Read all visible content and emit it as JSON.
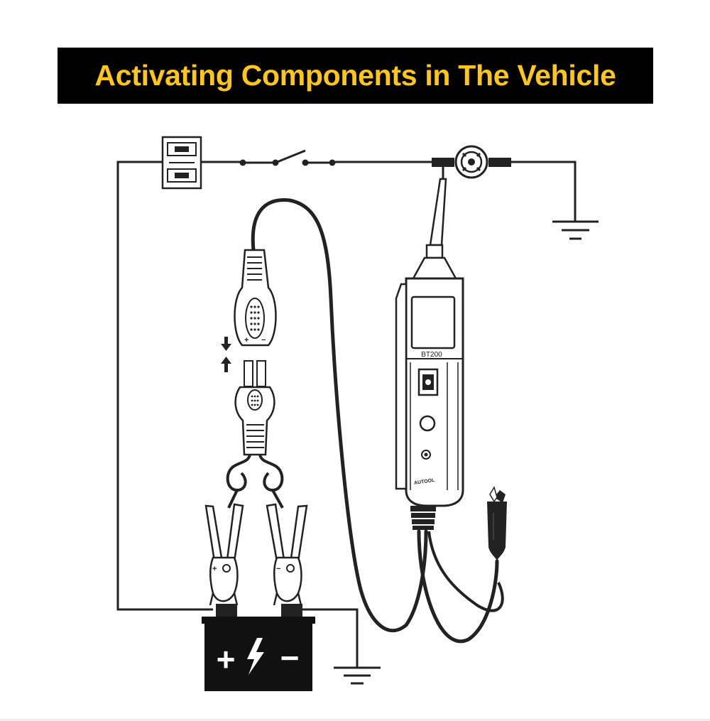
{
  "banner": {
    "title": "Activating Components in The Vehicle"
  },
  "device": {
    "model_label": "BT200",
    "brand_label": "AUTOOL"
  },
  "connector": {
    "plus_label": "+",
    "minus_label": "−"
  },
  "clamps": {
    "positive_label": "+",
    "negative_label": "−"
  },
  "battery": {
    "plus_symbol": "+",
    "minus_symbol": "−"
  },
  "colors": {
    "banner_bg": "#000000",
    "banner_text": "#ffc61a",
    "line": "#222222"
  }
}
